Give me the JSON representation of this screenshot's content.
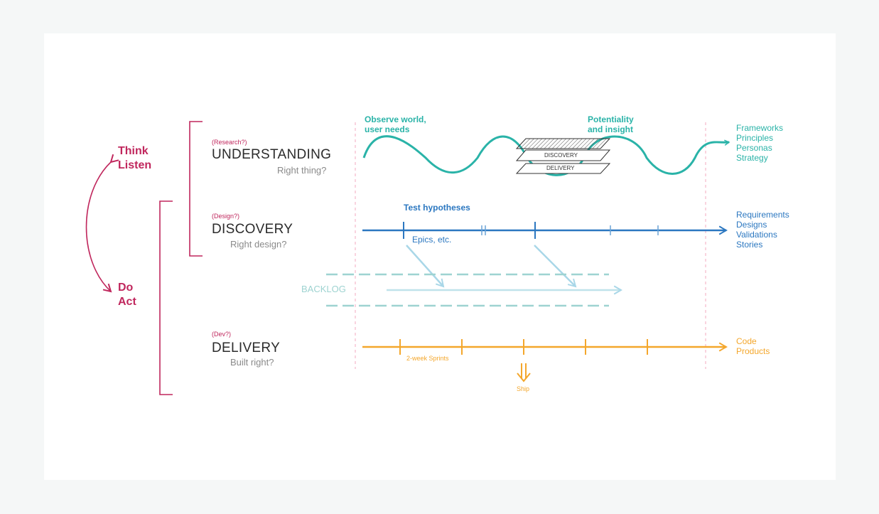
{
  "think": {
    "line1": "Think",
    "line2": "Listen"
  },
  "do": {
    "line1": "Do",
    "line2": "Act"
  },
  "understanding": {
    "tag": "(Research?)",
    "title": "UNDERSTANDING",
    "question": "Right thing?"
  },
  "discovery": {
    "tag": "(Design?)",
    "title": "DISCOVERY",
    "question": "Right design?"
  },
  "delivery": {
    "tag": "(Dev?)",
    "title": "DELIVERY",
    "question": "Built right?"
  },
  "wave": {
    "observe_line1": "Observe world,",
    "observe_line2": "user needs",
    "potential_line1": "Potentiality",
    "potential_line2": "and insight",
    "layer_discovery": "DISCOVERY",
    "layer_delivery": "DELIVERY"
  },
  "outputs_understanding": [
    "Frameworks",
    "Principles",
    "Personas",
    "Strategy"
  ],
  "discovery_line": {
    "test": "Test hypotheses",
    "epics": "Epics, etc."
  },
  "outputs_discovery": [
    "Requirements",
    "Designs",
    "Validations",
    "Stories"
  ],
  "backlog": {
    "label": "BACKLOG"
  },
  "delivery_line": {
    "sprints": "2-week Sprints",
    "ship": "Ship"
  },
  "outputs_delivery": [
    "Code",
    "Products"
  ],
  "colors": {
    "magenta": "#c0275d",
    "teal": "#2ab3a8",
    "blue": "#2b77c0",
    "light_blue": "#a9d7e8",
    "backlog_dash": "#9ed3d1",
    "orange": "#f4a72c",
    "pink_dash": "#f3a9bf"
  }
}
